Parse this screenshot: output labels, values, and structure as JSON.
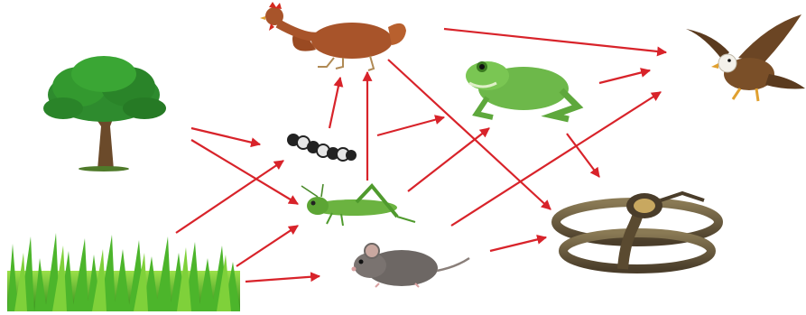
{
  "diagram": {
    "type": "food-web",
    "nodes": [
      {
        "id": "tree",
        "icon": "tree-icon"
      },
      {
        "id": "grass",
        "icon": "grass-icon"
      },
      {
        "id": "caterpillar",
        "icon": "caterpillar-icon"
      },
      {
        "id": "grasshopper",
        "icon": "grasshopper-icon"
      },
      {
        "id": "mouse",
        "icon": "mouse-icon"
      },
      {
        "id": "hen",
        "icon": "hen-icon"
      },
      {
        "id": "frog",
        "icon": "frog-icon"
      },
      {
        "id": "snake",
        "icon": "snake-icon"
      },
      {
        "id": "eagle",
        "icon": "eagle-icon"
      }
    ],
    "edges": [
      {
        "from": "tree",
        "to": "caterpillar"
      },
      {
        "from": "tree",
        "to": "grasshopper"
      },
      {
        "from": "grass",
        "to": "caterpillar"
      },
      {
        "from": "grass",
        "to": "grasshopper"
      },
      {
        "from": "grass",
        "to": "mouse"
      },
      {
        "from": "caterpillar",
        "to": "hen"
      },
      {
        "from": "caterpillar",
        "to": "frog"
      },
      {
        "from": "grasshopper",
        "to": "hen"
      },
      {
        "from": "grasshopper",
        "to": "frog"
      },
      {
        "from": "grasshopper",
        "to": "eagle"
      },
      {
        "from": "mouse",
        "to": "snake"
      },
      {
        "from": "hen",
        "to": "eagle"
      },
      {
        "from": "hen",
        "to": "snake"
      },
      {
        "from": "frog",
        "to": "eagle"
      },
      {
        "from": "frog",
        "to": "snake"
      }
    ],
    "arrow_color": "#d8232a"
  }
}
